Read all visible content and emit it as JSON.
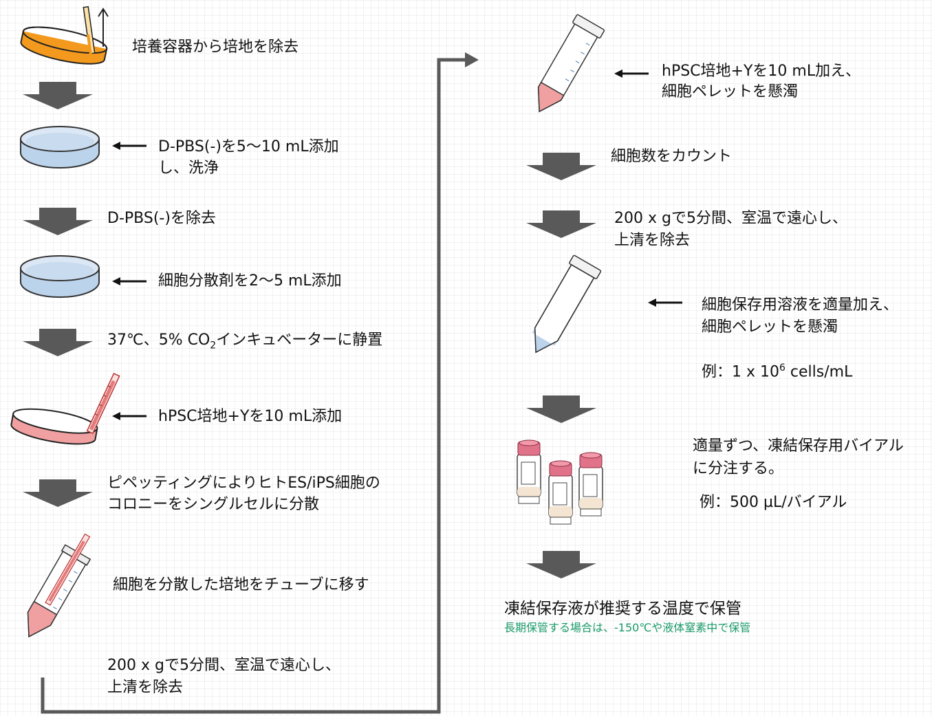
{
  "left_column": {
    "step1": "培養容器から培地を除去",
    "step2_line1": "D-PBS(-)を5～10 mL添加",
    "step2_line2": "し、洗浄",
    "step3": "D-PBS(-)を除去",
    "step4": "細胞分散剤を2～5 mL添加",
    "step5_prefix": "37℃、5% CO",
    "step5_sub": "2",
    "step5_suffix": "インキュベーターに静置",
    "step6": "hPSC培地+Yを10 mL添加",
    "step7_line1": "ピペッティングによりヒトES/iPS細胞の",
    "step7_line2": "コロニーをシングルセルに分散",
    "step8": "細胞を分散した培地をチューブに移す",
    "step9_line1": "200 x gで5分間、室温で遠心し、",
    "step9_line2": "上清を除去"
  },
  "right_column": {
    "step10_line1": "hPSC培地+Yを10 mL加え、",
    "step10_line2": "細胞ペレットを懸濁",
    "step11": "細胞数をカウント",
    "step12_line1": "200 x gで5分間、室温で遠心し、",
    "step12_line2": "上清を除去",
    "step13_line1": "細胞保存用溶液を適量加え、",
    "step13_line2": "細胞ペレットを懸濁",
    "step13_example_prefix": "例：1 x 10",
    "step13_example_sup": "6",
    "step13_example_suffix": " cells/mL",
    "step14_line1": "適量ずつ、凍結保存用バイアル",
    "step14_line2": "に分注する。",
    "step14_example": "例：500 µL/バイアル",
    "step15": "凍結保存液が推奨する温度で保管",
    "step15_note": "長期保管する場合は、-150℃や液体窒素中で保管"
  },
  "colors": {
    "down_arrow": "#595959",
    "connector": "#595959",
    "medium_orange": "#f39a1e",
    "medium_pink": "#f0a0a0",
    "buffer_blue": "#bcd3ec",
    "vial_cap": "#e0738a",
    "note_green": "#1a9a6a"
  }
}
